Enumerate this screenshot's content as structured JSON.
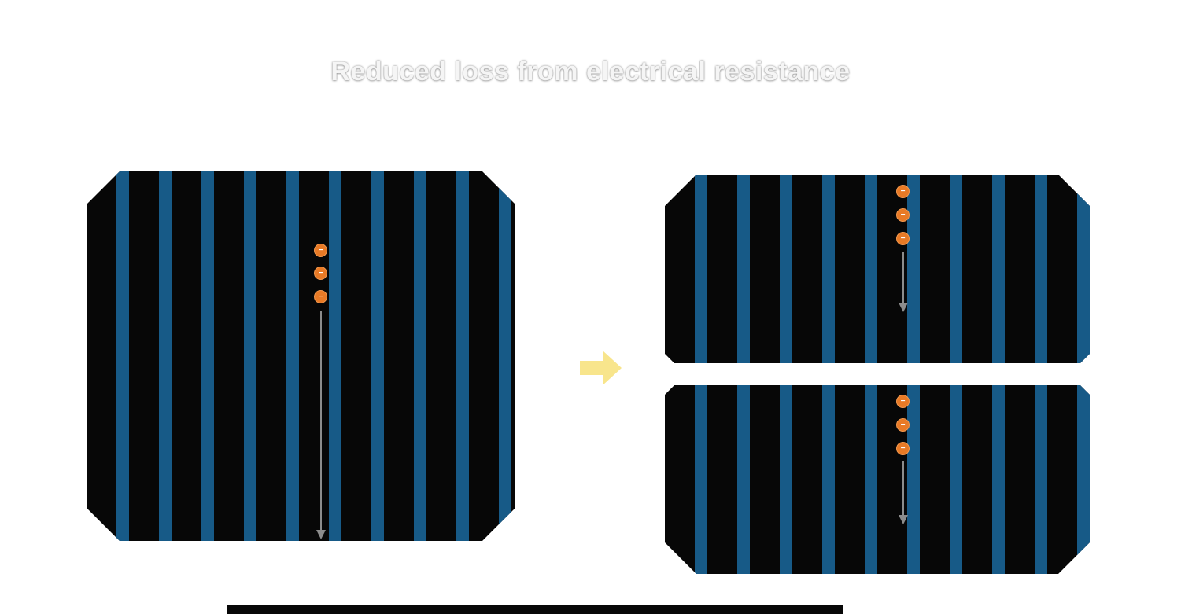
{
  "title": "Reduced loss from electrical resistance",
  "glyphs": {
    "electron_minus": "−"
  },
  "colors": {
    "background": "#ffffff",
    "cell_body": "#070707",
    "busbar_blue": "#175a87",
    "electron_orange": "#e87a26",
    "flow_arrow_gray": "#8c8c8c",
    "transition_arrow_yellow": "#f8e58c",
    "title_text": "#f5f5f5"
  },
  "cells": {
    "full": {
      "electron_count": 3,
      "stripe_count": 10
    },
    "half_top": {
      "electron_count": 3,
      "stripe_count": 10
    },
    "half_bottom": {
      "electron_count": 3,
      "stripe_count": 10
    }
  }
}
